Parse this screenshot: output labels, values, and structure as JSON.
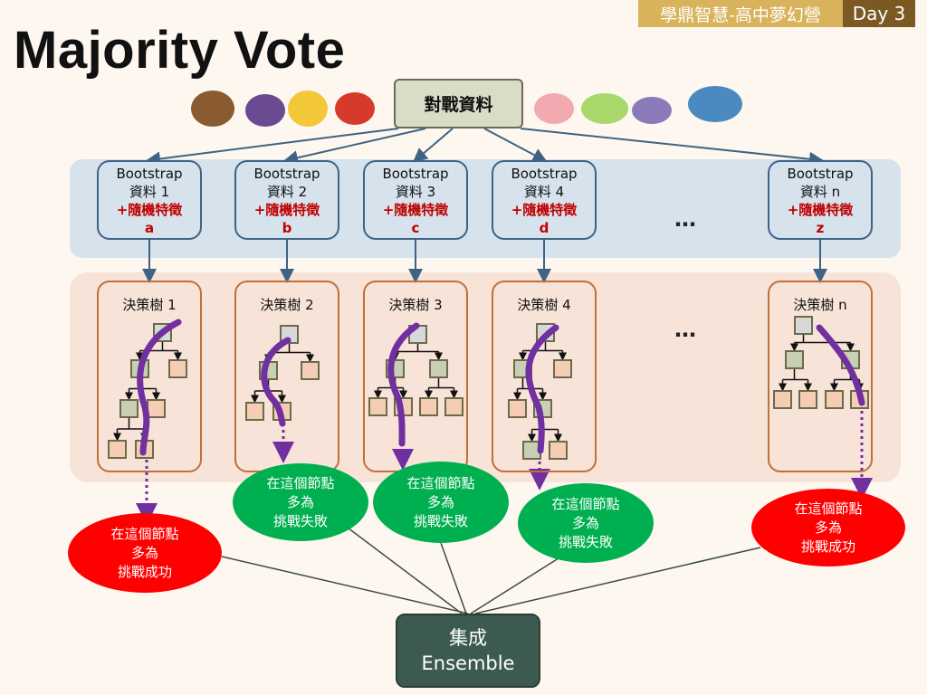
{
  "title": "Majority Vote",
  "header": {
    "course": "學鼎智慧-高中夢幻營",
    "day": "Day 3"
  },
  "source": "對戰資料",
  "bootstrap": [
    {
      "l1": "Bootstrap",
      "l2": "資料 1",
      "l3": "+隨機特徵",
      "l4": "a"
    },
    {
      "l1": "Bootstrap",
      "l2": "資料 2",
      "l3": "+隨機特徵",
      "l4": "b"
    },
    {
      "l1": "Bootstrap",
      "l2": "資料 3",
      "l3": "+隨機特徵",
      "l4": "c"
    },
    {
      "l1": "Bootstrap",
      "l2": "資料 4",
      "l3": "+隨機特徵",
      "l4": "d"
    },
    {
      "l1": "Bootstrap",
      "l2": "資料 n",
      "l3": "+隨機特徵",
      "l4": "z"
    }
  ],
  "ellipsis": "…",
  "trees": [
    "決策樹 1",
    "決策樹 2",
    "決策樹 3",
    "決策樹 4",
    "決策樹 n"
  ],
  "results": [
    {
      "l1": "在這個節點",
      "l2": "多為",
      "l3": "挑戰成功",
      "color": "#ff0000"
    },
    {
      "l1": "在這個節點",
      "l2": "多為",
      "l3": "挑戰失敗",
      "color": "#00b050"
    },
    {
      "l1": "在這個節點",
      "l2": "多為",
      "l3": "挑戰失敗",
      "color": "#00b050"
    },
    {
      "l1": "在這個節點",
      "l2": "多為",
      "l3": "挑戰失敗",
      "color": "#00b050"
    },
    {
      "l1": "在這個節點",
      "l2": "多為",
      "l3": "挑戰成功",
      "color": "#ff0000"
    }
  ],
  "ensemble": {
    "l1": "集成",
    "l2": "Ensemble"
  }
}
